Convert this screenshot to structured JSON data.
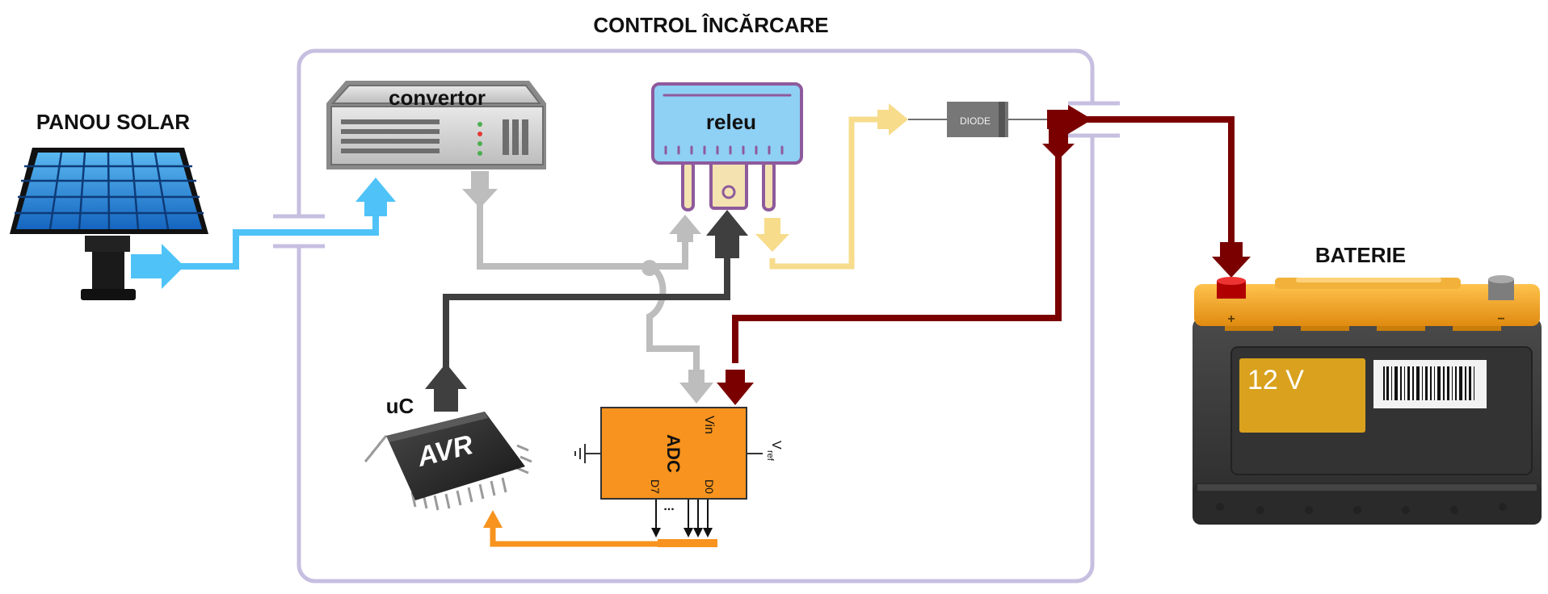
{
  "title": "CONTROL ÎNCĂRCARE",
  "components": {
    "solar_panel_label": "PANOU SOLAR",
    "converter_label": "convertor",
    "relay_label": "releu",
    "diode_label": "DIODE",
    "mcu_label": "uC",
    "mcu_chip_text": "AVR",
    "adc_label": "ADC",
    "adc_vin": "Vin",
    "adc_vref": "V",
    "adc_vref_sub": "ref",
    "adc_d7": "D7",
    "adc_d0": "D0",
    "adc_ellipsis": "...",
    "battery_label": "BATERIE",
    "battery_voltage": "12 V",
    "battery_plus": "+",
    "battery_minus": "−"
  },
  "colors": {
    "frame": "#c7bfe0",
    "solar_blue": "#4fc3f7",
    "gray_line": "#bdbdbd",
    "dark_line": "#3f3f3f",
    "dark_red": "#7a0000",
    "light_yellow": "#f7dc8c",
    "orange": "#f7931e",
    "battery_top": "#f5a623",
    "battery_body": "#3a3a3a",
    "relay_blue": "#8fd0f5",
    "relay_border": "#8e5a9c"
  }
}
